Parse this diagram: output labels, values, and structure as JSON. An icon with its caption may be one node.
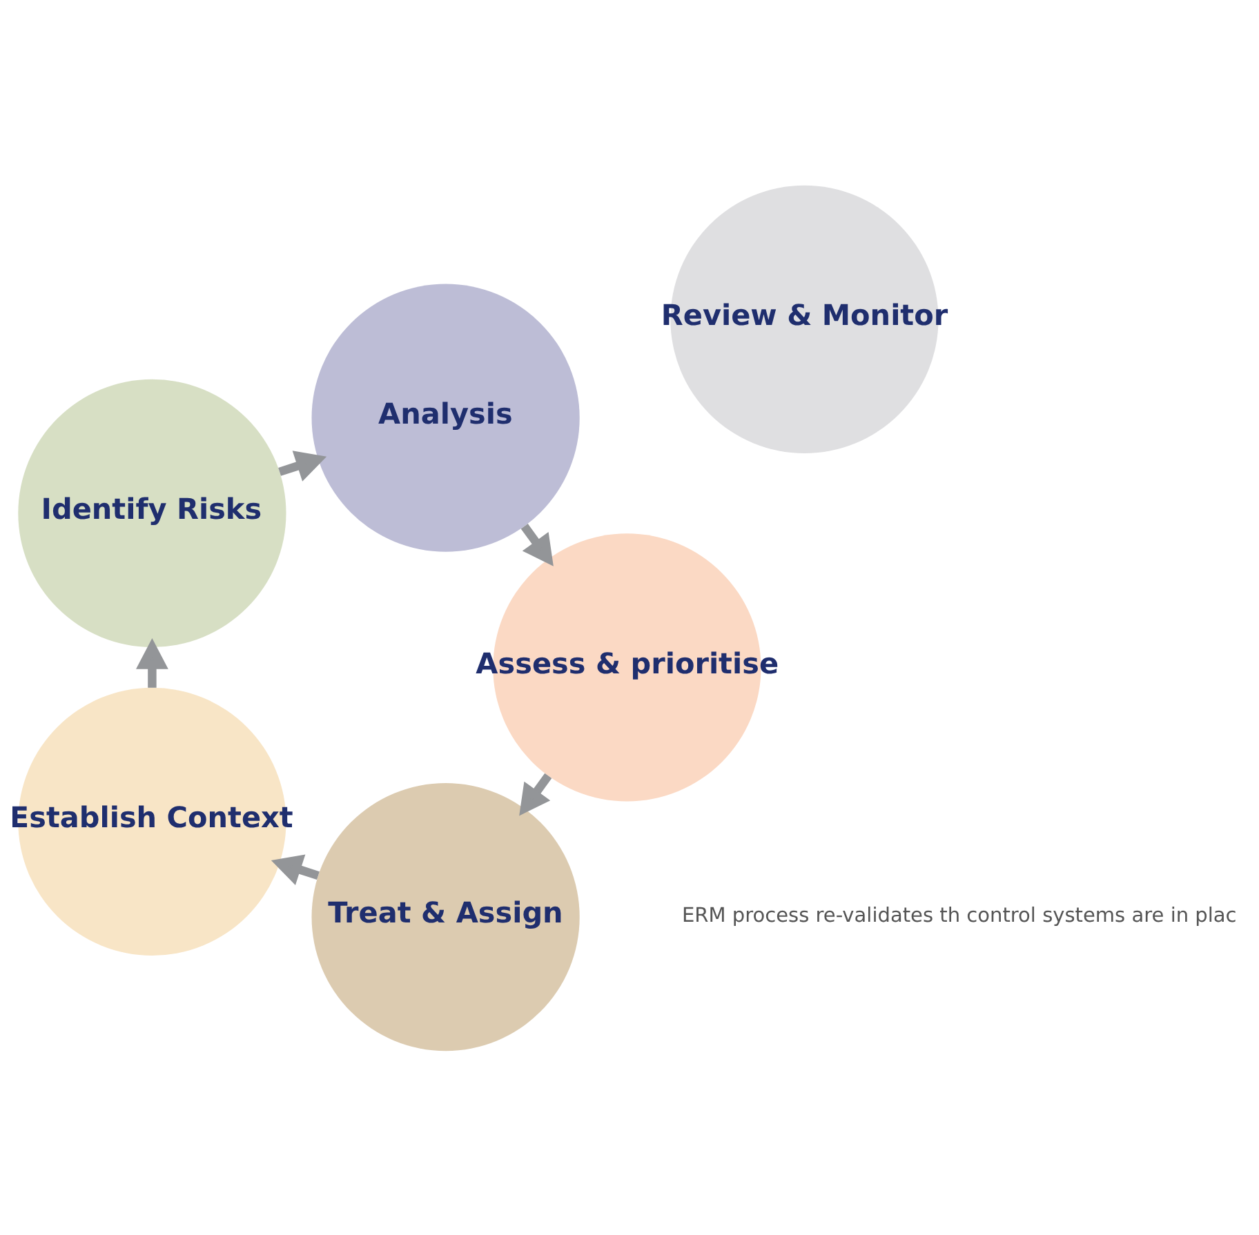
{
  "diagram": {
    "nodes": [
      {
        "text": [
          "Treat & Assign"
        ]
      },
      {
        "text": [
          "Establish Context"
        ]
      },
      {
        "text": [
          "Identify Risks"
        ]
      },
      {
        "text": [
          "Analysis"
        ]
      },
      {
        "text": [
          "Assess & prioritise"
        ]
      },
      {
        "text": [
          "Review & Monitor"
        ]
      }
    ],
    "edges": [
      {
        "from": 0,
        "to": 1,
        "arrow": "to"
      },
      {
        "from": 1,
        "to": 2,
        "arrow": "to"
      },
      {
        "from": 2,
        "to": 3,
        "arrow": "to"
      },
      {
        "from": 3,
        "to": 4,
        "arrow": "to"
      },
      {
        "from": 4,
        "to": 0,
        "arrow": "to"
      }
    ],
    "labels": [
      "ERM process re-validates th control systems are in plac"
    ]
  }
}
